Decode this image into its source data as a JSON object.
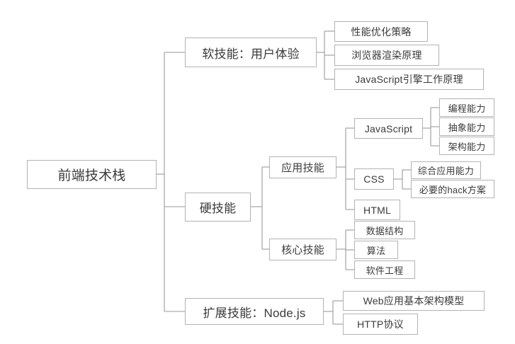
{
  "diagram": {
    "type": "mind-map",
    "title": "前端技术栈",
    "orientation": "left-to-right",
    "colors": {
      "background": "#ffffff",
      "border": "#b3b3b3",
      "text": "#3b3b3b",
      "connector": "#9a9a9a"
    },
    "root": {
      "label": "前端技术栈"
    },
    "branches": [
      {
        "label": "软技能：用户体验",
        "children": [
          {
            "label": "性能优化策略"
          },
          {
            "label": "浏览器渲染原理"
          },
          {
            "label": "JavaScript引擎工作原理"
          }
        ]
      },
      {
        "label": "硬技能",
        "children": [
          {
            "label": "应用技能",
            "children": [
              {
                "label": "JavaScript",
                "children": [
                  {
                    "label": "编程能力"
                  },
                  {
                    "label": "抽象能力"
                  },
                  {
                    "label": "架构能力"
                  }
                ]
              },
              {
                "label": "CSS",
                "children": [
                  {
                    "label": "综合应用能力"
                  },
                  {
                    "label": "必要的hack方案"
                  }
                ]
              },
              {
                "label": "HTML",
                "children": []
              }
            ]
          },
          {
            "label": "核心技能",
            "children": [
              {
                "label": "数据结构"
              },
              {
                "label": "算法"
              },
              {
                "label": "软件工程"
              }
            ]
          }
        ]
      },
      {
        "label": "扩展技能：Node.js",
        "children": [
          {
            "label": "Web应用基本架构模型"
          },
          {
            "label": "HTTP协议"
          }
        ]
      }
    ]
  }
}
